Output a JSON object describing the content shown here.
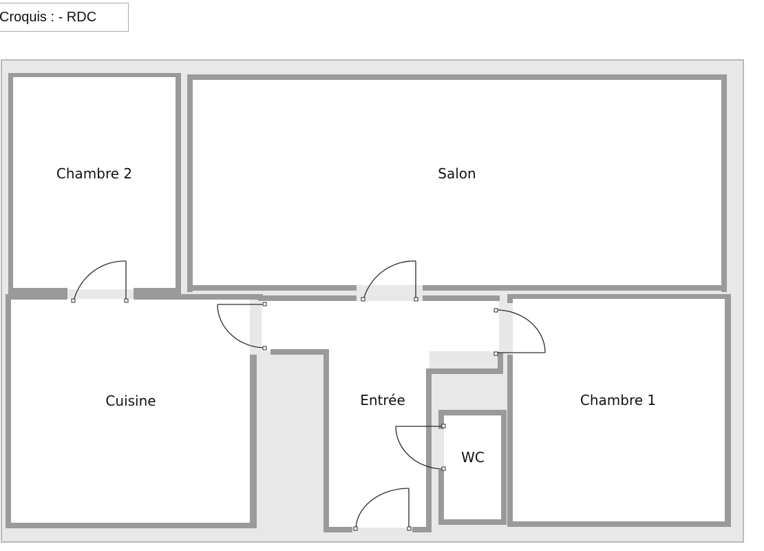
{
  "caption": {
    "title": "Croquis :  - RDC"
  },
  "colors": {
    "wall": "#9a9a9a",
    "background": "#e8e8e8",
    "room": "#ffffff",
    "door": "#2a2a2a"
  },
  "rooms": {
    "chambre2": "Chambre 2",
    "salon": "Salon",
    "cuisine": "Cuisine",
    "entree": "Entrée",
    "chambre1": "Chambre 1",
    "wc": "WC"
  }
}
